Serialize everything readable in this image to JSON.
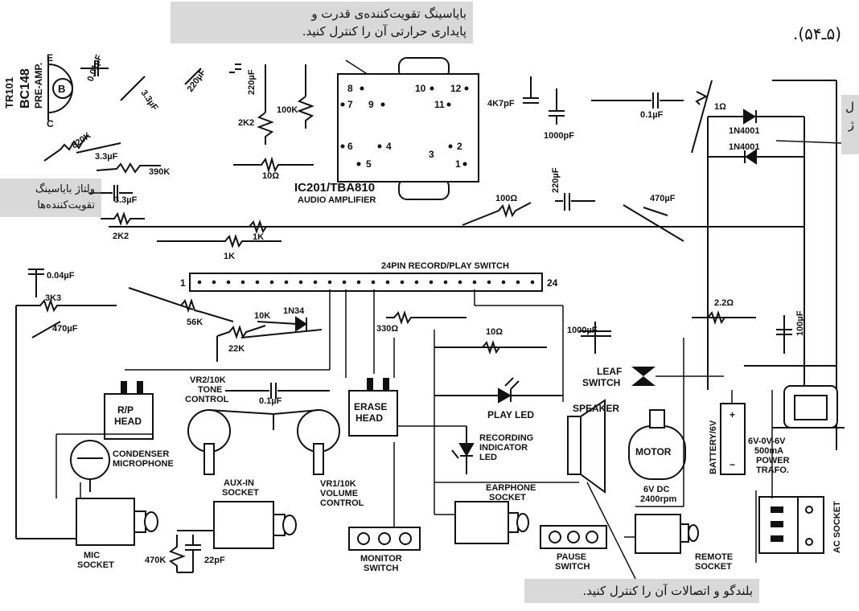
{
  "annotations": {
    "top_note": "بایاسینگ تقویت‌کننده‌ی قدرت و پایداری حرارتی آن را کنترل کنید.",
    "top_note_line1": "بایاسینگ تقویت‌کننده‌ی قدرت و",
    "top_note_line2": "پایداری حرارتی آن را کنترل کنید.",
    "left_note_line1": "ولتاژ بایاسینگ",
    "left_note_line2": "تقویت‌کننده‌ها",
    "right_note_line1": "ل",
    "right_note_line2": "ژ",
    "bottom_note": "بلندگو و اتصالات آن را کنترل کنید.",
    "figure_ref": "(۵ـ۵۴)."
  },
  "labels": {
    "tr101": "TR101",
    "bc148": "BC148",
    "preamp": "PRE-AMP.",
    "e": "E",
    "b": "B",
    "c": "C",
    "c001": "0.01µF",
    "c33a": "3.3µF",
    "c33b": "3.3µF",
    "c33c": "3.3µF",
    "c220a": "220µF",
    "c220b": "220µF",
    "c220c": "220µF",
    "r820k": "820K",
    "r390k": "390K",
    "r2k2a": "2K2",
    "r2k2b": "2K2",
    "r100k": "100K",
    "r10": "10Ω",
    "r1ka": "1K",
    "r1kb": "1K",
    "ic_name": "IC201/TBA810",
    "ic_desc": "AUDIO AMPLIFIER",
    "pins": [
      "8",
      "10",
      "12",
      "7",
      "9",
      "11",
      "6",
      "4",
      "3",
      "2",
      "5",
      "1"
    ],
    "c4k7": "4K7pF",
    "c1000p": "1000pF",
    "c01u": "0.1µF",
    "r1ohm": "1Ω",
    "d1": "1N4001",
    "d2": "1N4001",
    "r100ohm": "100Ω",
    "c470a": "470µF",
    "c004": "0.04µF",
    "r3k3": "3K3",
    "c470b": "470µF",
    "switch_title": "24PIN RECORD/PLAY SWITCH",
    "sw1": "1",
    "sw24": "24",
    "r56k": "56K",
    "r10k": "10K",
    "d1n34": "1N34",
    "r22k": "22K",
    "r330": "330Ω",
    "r10b": "10Ω",
    "c1000u": "1000µF",
    "r22ohm": "2.2Ω",
    "c100u": "100µF",
    "rp_head_1": "R/P",
    "rp_head_2": "HEAD",
    "vr2_1": "VR2/10K",
    "vr2_2": "TONE",
    "vr2_3": "CONTROL",
    "c01b": "0.1µF",
    "erase_1": "ERASE",
    "erase_2": "HEAD",
    "play_led": "PLAY LED",
    "rec_1": "RECORDING",
    "rec_2": "INDICATOR",
    "rec_3": "LED",
    "speaker": "SPEAKER",
    "leaf_1": "LEAF",
    "leaf_2": "SWITCH",
    "motor": "MOTOR",
    "motor_v": "6V DC",
    "motor_rpm": "2400rpm",
    "battery": "BATTERY/6V",
    "plus": "+",
    "minus": "−",
    "trafo_1": "6V-0V-6V",
    "trafo_2": "500mA",
    "trafo_3": "POWER",
    "trafo_4": "TRAFO.",
    "cond_1": "CONDENSER",
    "cond_2": "MICROPHONE",
    "vr1_1": "VR1/10K",
    "vr1_2": "VOLUME",
    "vr1_3": "CONTROL",
    "aux_1": "AUX-IN",
    "aux_2": "SOCKET",
    "mic_1": "MIC",
    "mic_2": "SOCKET",
    "r470k": "470K",
    "c22p": "22pF",
    "mon_1": "MONITOR",
    "mon_2": "SWITCH",
    "ear_1": "EARPHONE",
    "ear_2": "SOCKET",
    "pause_1": "PAUSE",
    "pause_2": "SWITCH",
    "remote_1": "REMOTE",
    "remote_2": "SOCKET",
    "ac_socket": "AC SOCKET"
  }
}
